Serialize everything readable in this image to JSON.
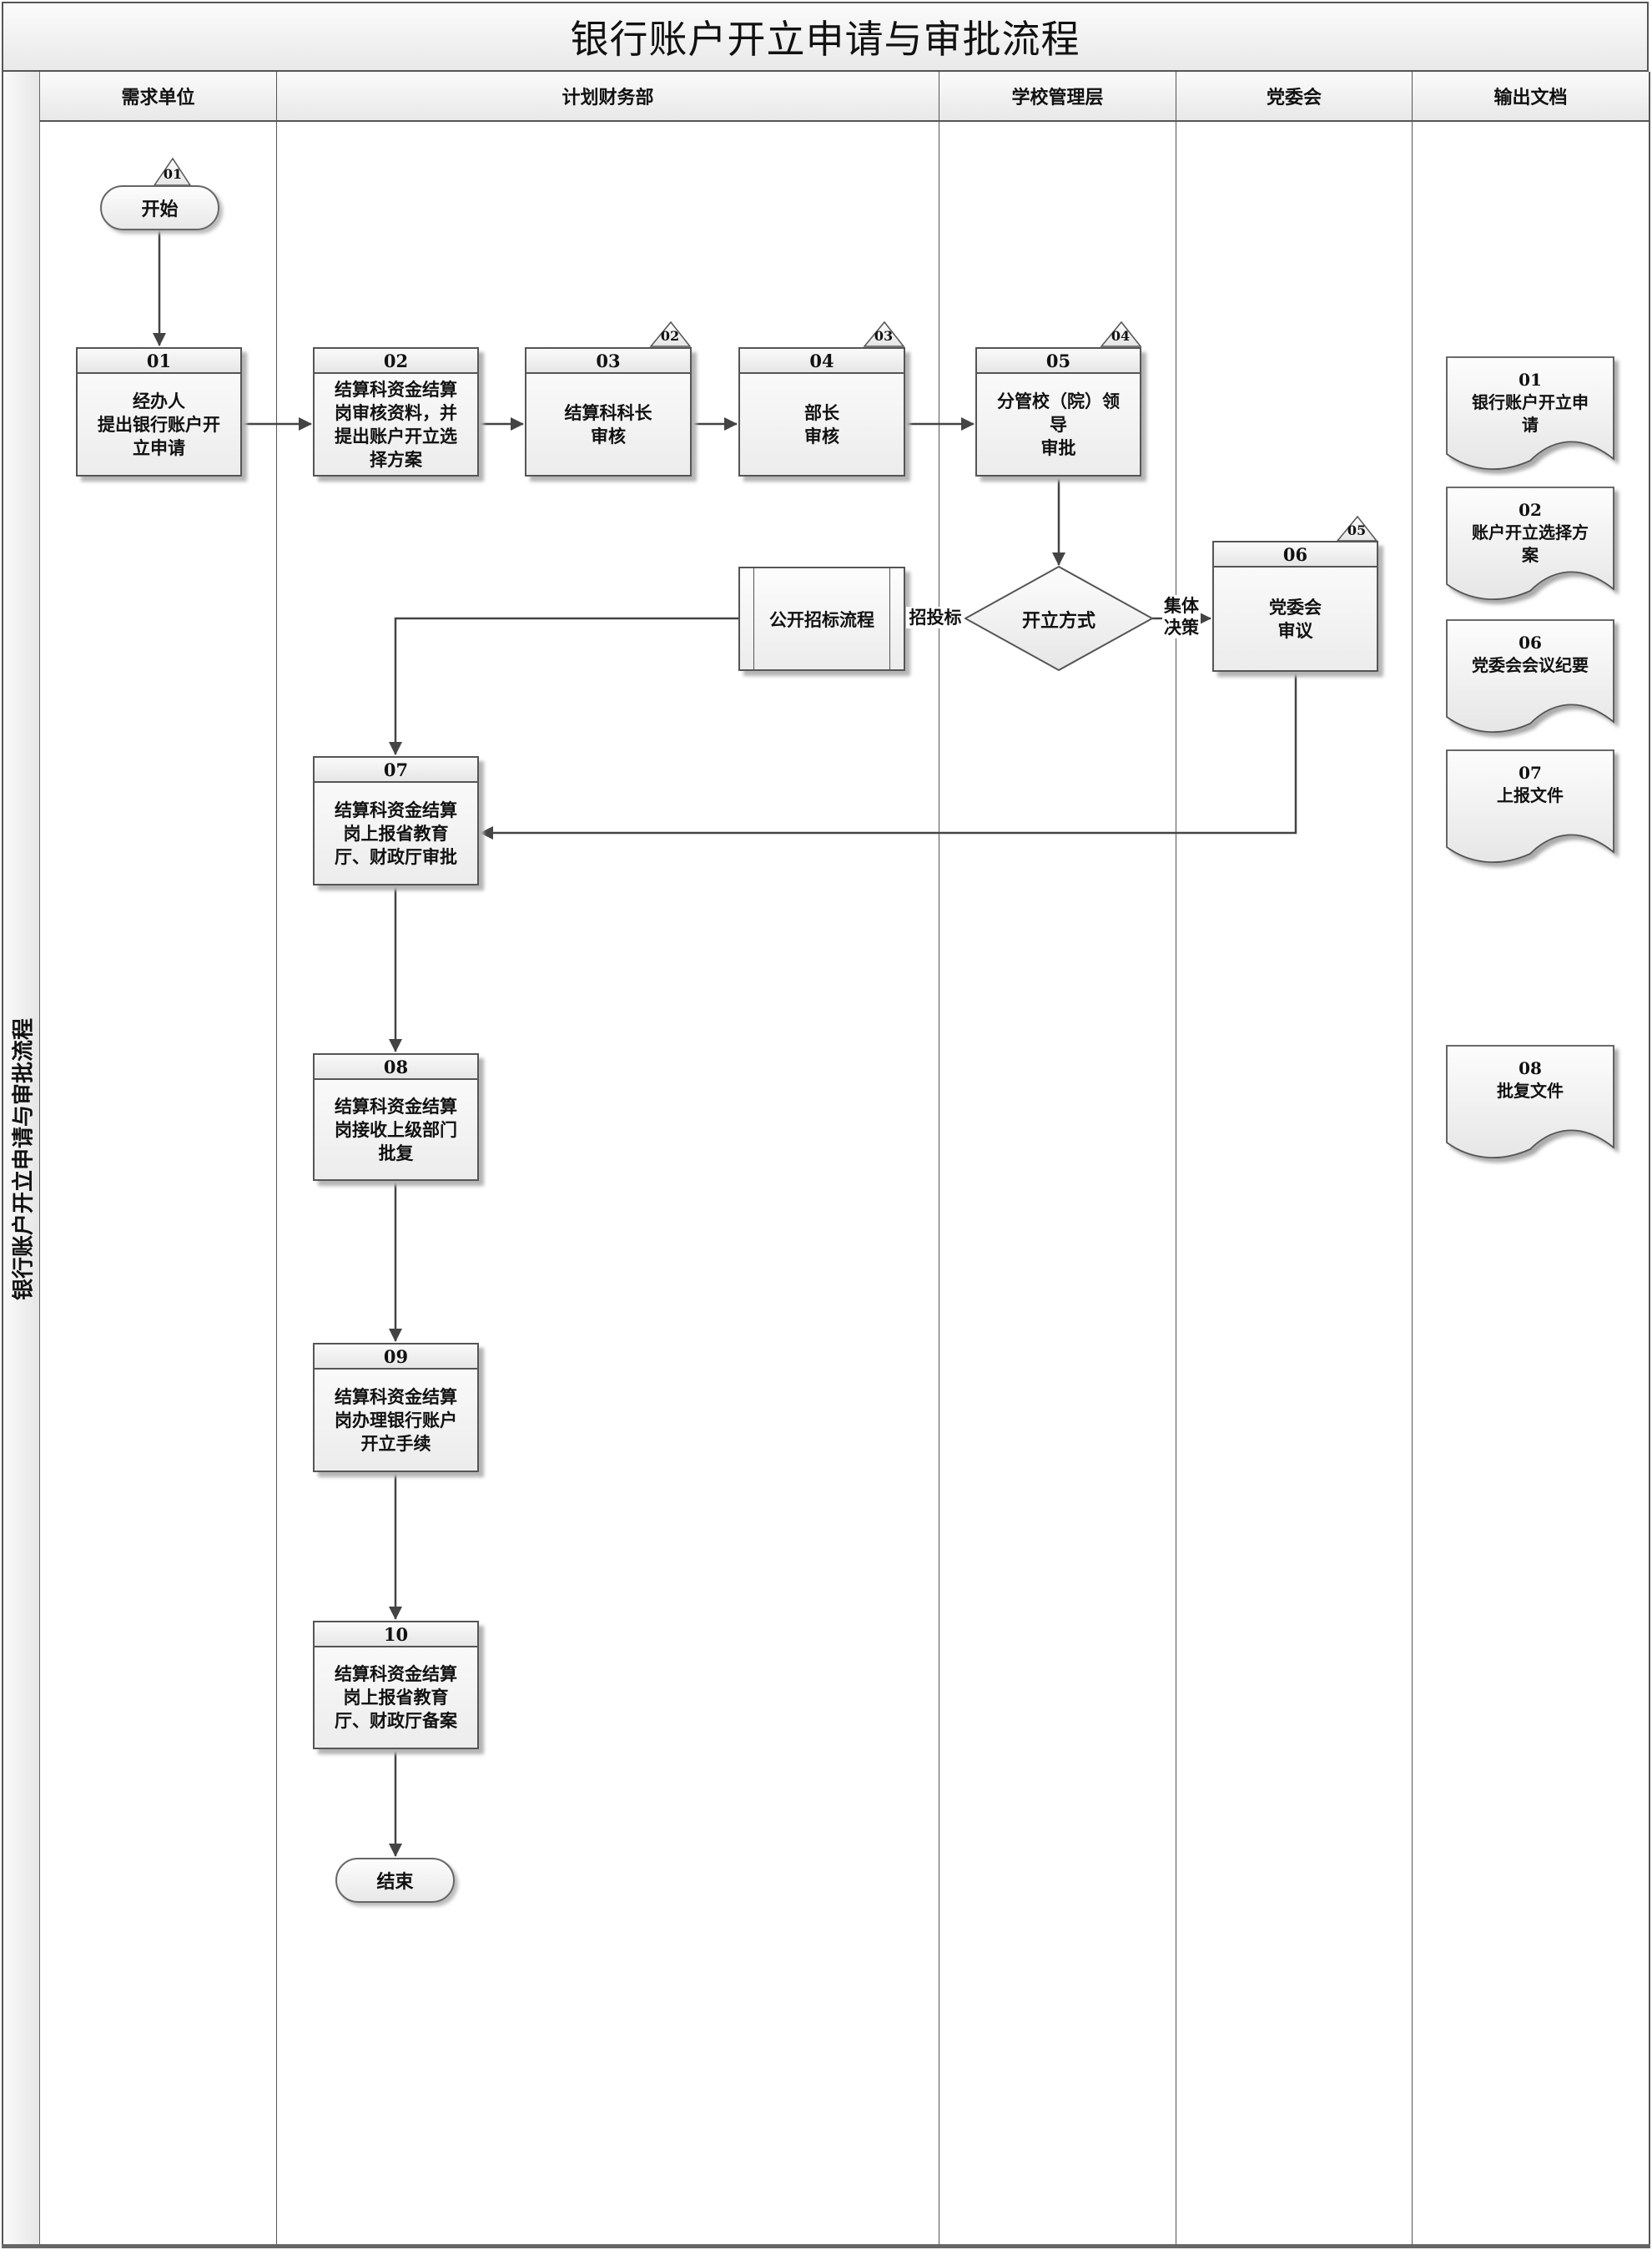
{
  "title": "银行账户开立申请与审批流程",
  "pool_label": "银行账户开立申请与审批流程",
  "lanes": [
    {
      "label": "需求单位"
    },
    {
      "label": "计划财务部"
    },
    {
      "label": "学校管理层"
    },
    {
      "label": "党委会"
    },
    {
      "label": "输出文档"
    }
  ],
  "start": {
    "label": "开始",
    "tag": "01"
  },
  "end": {
    "label": "结束"
  },
  "steps": [
    {
      "id": "01",
      "text": "经办人\n提出银行账户开\n立申请",
      "tag": ""
    },
    {
      "id": "02",
      "text": "结算科资金结算\n岗审核资料，并\n提出账户开立选\n择方案",
      "tag": ""
    },
    {
      "id": "03",
      "text": "结算科科长\n审核",
      "tag": "02"
    },
    {
      "id": "04",
      "text": "部长\n审核",
      "tag": "03"
    },
    {
      "id": "05",
      "text": "分管校（院）领\n导\n审批",
      "tag": "04"
    },
    {
      "id": "06",
      "text": "党委会\n审议",
      "tag": "05"
    },
    {
      "id": "07",
      "text": "结算科资金结算\n岗上报省教育\n厅、财政厅审批",
      "tag": ""
    },
    {
      "id": "08",
      "text": "结算科资金结算\n岗接收上级部门\n批复",
      "tag": ""
    },
    {
      "id": "09",
      "text": "结算科资金结算\n岗办理银行账户\n开立手续",
      "tag": ""
    },
    {
      "id": "10",
      "text": "结算科资金结算\n岗上报省教育\n厅、财政厅备案",
      "tag": ""
    }
  ],
  "decision": {
    "label": "开立方式",
    "branch_left": "招投标",
    "branch_right": "集体\n决策"
  },
  "subprocess": {
    "label": "公开招标流程"
  },
  "documents": [
    {
      "id": "01",
      "text": "银行账户开立申\n请"
    },
    {
      "id": "02",
      "text": "账户开立选择方\n案"
    },
    {
      "id": "06",
      "text": "党委会会议纪要"
    },
    {
      "id": "07",
      "text": "上报文件"
    },
    {
      "id": "08",
      "text": "批复文件"
    }
  ]
}
